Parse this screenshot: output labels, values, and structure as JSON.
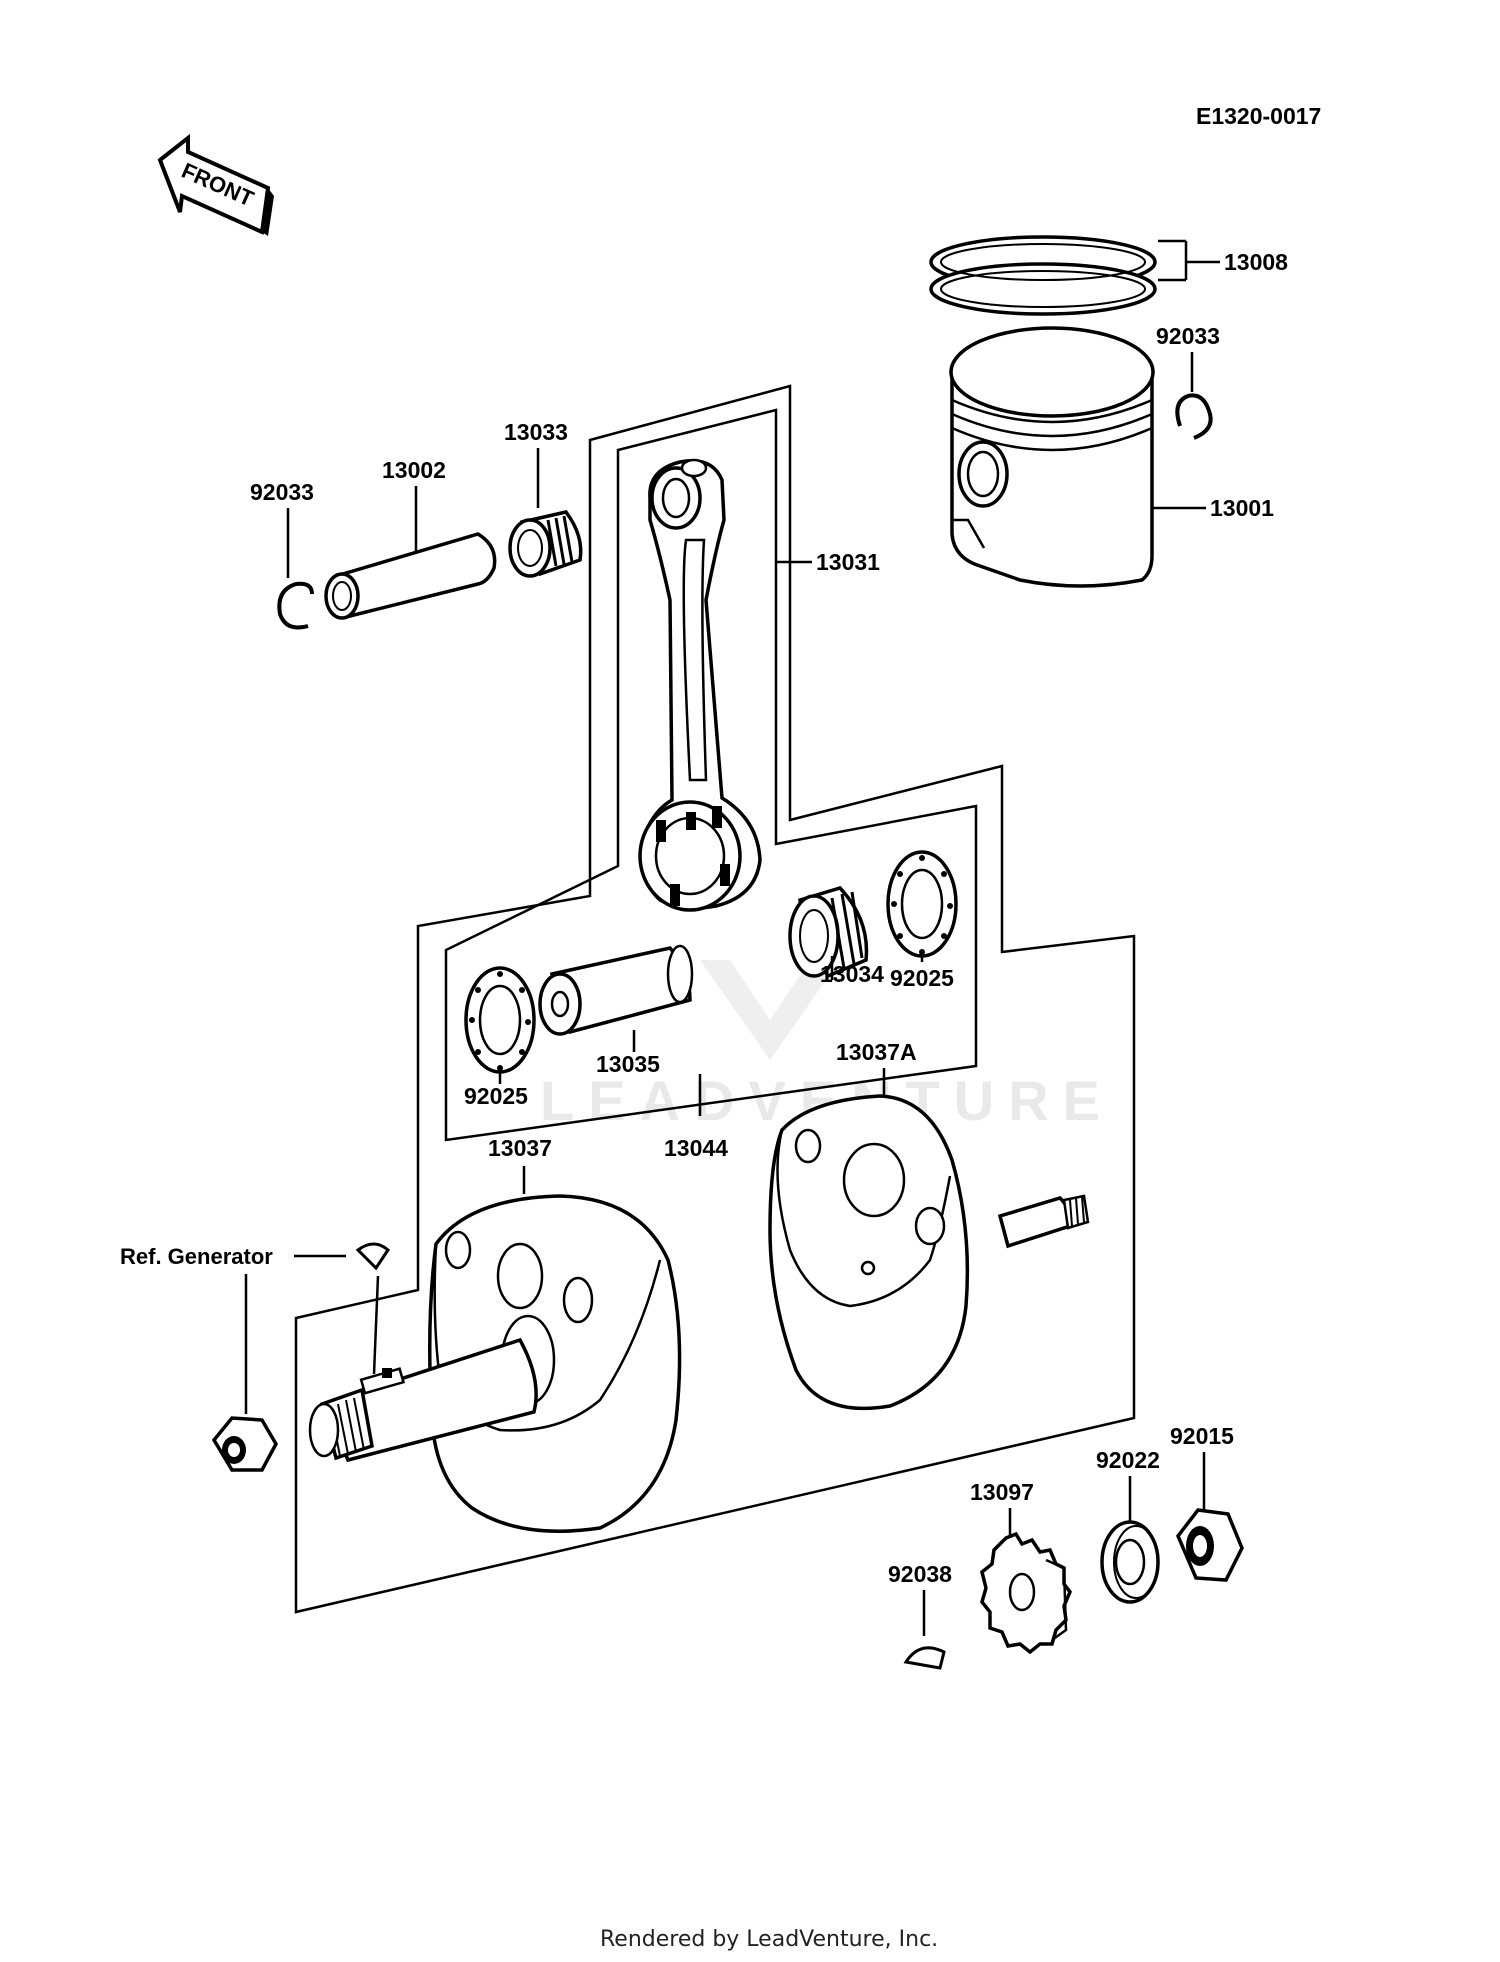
{
  "diagram_code": "E1320-0017",
  "front_arrow_label": "FRONT",
  "labels": {
    "p13008": "13008",
    "p92033_piston": "92033",
    "p13001": "13001",
    "p13033": "13033",
    "p13002": "13002",
    "p92033_pin": "92033",
    "p13031": "13031",
    "p13034": "13034",
    "p92025_right": "92025",
    "p13035": "13035",
    "p92025_left": "92025",
    "p13044": "13044",
    "p13037A": "13037A",
    "p13037": "13037",
    "ref_generator": "Ref. Generator",
    "p92015": "92015",
    "p92022": "92022",
    "p13097": "13097",
    "p92038": "92038"
  },
  "watermark": "LEADVENTURE",
  "footer": "Rendered by LeadVenture, Inc."
}
